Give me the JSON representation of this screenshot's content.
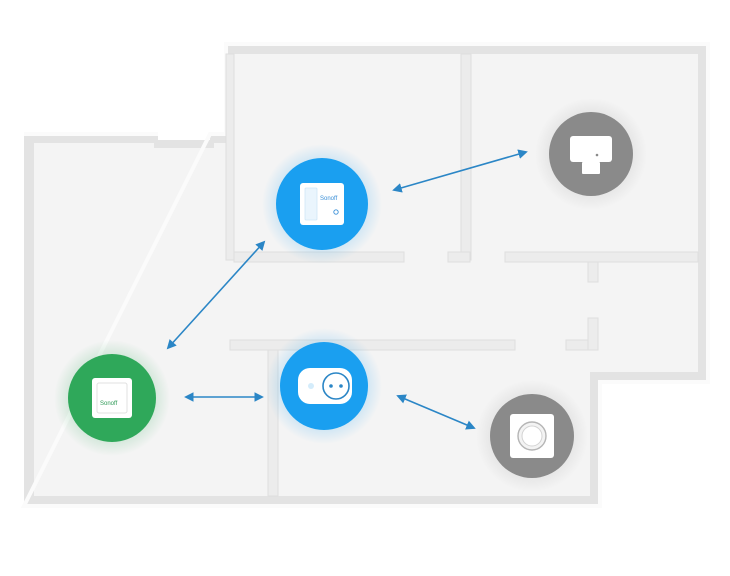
{
  "brand": {
    "label_text": "Sonoff"
  },
  "colors": {
    "floor": "#f4f4f4",
    "wall_top": "#fbfbfb",
    "wall_shadow": "#dcdcdc",
    "gateway_blue": "#1a9ff0",
    "hub_green": "#2fa85a",
    "sensor_gray": "#8a8a8a",
    "link_arrow": "#2b86c6"
  },
  "devices": [
    {
      "id": "bridge-hub",
      "kind": "hub",
      "color": "green",
      "icon": "wall-switch-icon"
    },
    {
      "id": "smart-switch",
      "kind": "relay",
      "color": "blue",
      "icon": "switch-module-icon"
    },
    {
      "id": "smart-plug",
      "kind": "plug",
      "color": "blue",
      "icon": "power-socket-icon"
    },
    {
      "id": "motion-sensor",
      "kind": "sensor",
      "color": "gray",
      "icon": "motion-sensor-icon"
    },
    {
      "id": "wireless-button",
      "kind": "sensor",
      "color": "gray",
      "icon": "round-button-icon"
    }
  ],
  "links": [
    {
      "from": "bridge-hub",
      "to": "smart-switch",
      "bidirectional": true
    },
    {
      "from": "bridge-hub",
      "to": "smart-plug",
      "bidirectional": true
    },
    {
      "from": "smart-switch",
      "to": "motion-sensor",
      "bidirectional": true
    },
    {
      "from": "smart-plug",
      "to": "wireless-button",
      "bidirectional": true
    }
  ]
}
